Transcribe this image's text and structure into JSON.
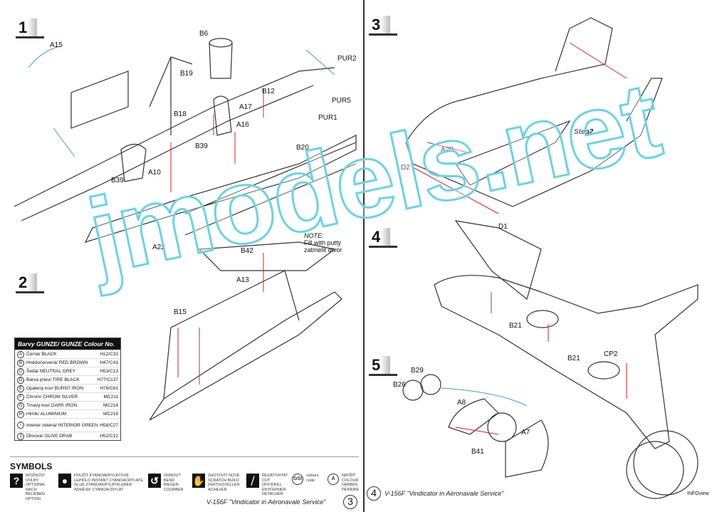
{
  "steps": [
    "1",
    "2",
    "3",
    "4",
    "5"
  ],
  "step1_parts": [
    "A15",
    "B6",
    "B19",
    "PUR2",
    "PUR5",
    "PUR1",
    "B12",
    "A17",
    "A16",
    "B18",
    "B39",
    "B39",
    "A10",
    "B20",
    "A22"
  ],
  "step2_parts": [
    "B42",
    "A13",
    "B15"
  ],
  "note": {
    "title": "NOTE:",
    "line1": "Fill with putty",
    "line2": "zatmelit otvor"
  },
  "step3_parts": [
    "Step2",
    "A20",
    "D2",
    "D1"
  ],
  "step4_parts": [
    "B21",
    "B21",
    "CP2"
  ],
  "step5_parts": [
    "B29",
    "B26",
    "A8",
    "A7",
    "B41"
  ],
  "colour_table": {
    "title": "Barvy GUNZE/ GUNZE Colour No.",
    "rows": [
      {
        "letter": "A",
        "name": "Černá/ BLACK",
        "code": "H12/C33"
      },
      {
        "letter": "B",
        "name": "Hnědočervená/ RED BROWN",
        "code": "H47/C41"
      },
      {
        "letter": "C",
        "name": "Šedá/ NEUTRAL GREY",
        "code": "H53/C13"
      },
      {
        "letter": "D",
        "name": "Barva pneu/ TIRE BLACK",
        "code": "H77/C137"
      },
      {
        "letter": "E",
        "name": "Opálený kov/ BURNT IRON",
        "code": "H76/C61"
      },
      {
        "letter": "F",
        "name": "Chrom/ CHROM SILVER",
        "code": "MC211"
      },
      {
        "letter": "G",
        "name": "Tmavý kov/ DARK IRON",
        "code": "MC214"
      },
      {
        "letter": "H",
        "name": "Hliník/ ALUMINIUM",
        "code": "MC218"
      },
      {
        "letter": "I",
        "name": "Interiér zelená/ INTERIOR GREEN",
        "code": "H58/C27"
      },
      {
        "letter": "J",
        "name": "Olivová/ OLIVE DRAB",
        "code": "H52/C12"
      }
    ]
  },
  "symbols": {
    "title": "SYMBOLS",
    "items": [
      {
        "icon": "question-icon",
        "glyph": "?",
        "text": "MOŽNOST VOLBY OPTIONAL NACH BELIEBEN OPTION"
      },
      {
        "icon": "glue-drop-icon",
        "glyph": "●",
        "text": "POUŽÍT KYANOAKRYLÁTOVÉ LEPIDLO INSTANT CYANOACRYLATE GLUE ZYANOAKRYLATKLEBER ADHÉSIF CYANOACRYLAT"
      },
      {
        "icon": "bend-icon",
        "glyph": "↺",
        "text": "OHNOUT BEND BIEGEN COURBER"
      },
      {
        "icon": "hand-icon",
        "glyph": "✋",
        "text": "ZHOTOVIT NOVÉ SCRATCH BUILD FERTIGSTELLEN ACHEVER"
      },
      {
        "icon": "cut-icon",
        "glyph": "⧸",
        "text": "ŘEZAT/VRTAT CUT OFF/DRILL ENTFERNEN DETACHER"
      },
      {
        "icon": "colour-code-icon",
        "glyph": "GSI",
        "text": "colours code"
      },
      {
        "icon": "paint-icon",
        "glyph": "A",
        "text": "NATŘÍT COLOUR FARBEN PEINDRE"
      }
    ]
  },
  "footer_left": {
    "title": "V-156F \"Vindicator in Aéronavale Service\"",
    "page": "3"
  },
  "footer_right": {
    "title": "V-156F \"Vindicator in Aéronavale Service\"",
    "page": "4",
    "credit": "INFOview"
  },
  "watermark": "jmodels.net"
}
